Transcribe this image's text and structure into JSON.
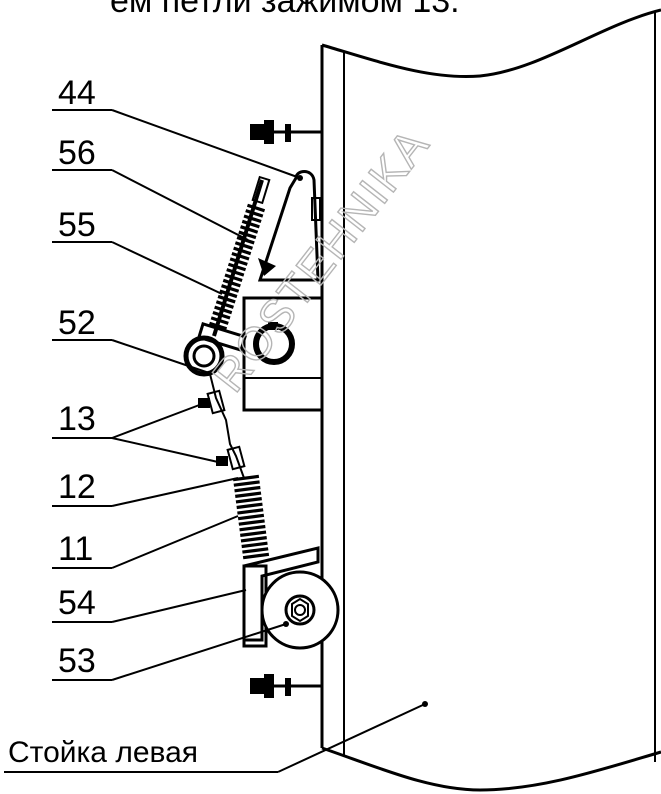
{
  "header_text": "ем петли зажимом 13.",
  "watermark": "ROSTEHNIKA",
  "callouts": [
    "44",
    "56",
    "55",
    "52",
    "13",
    "12",
    "11",
    "54",
    "53"
  ],
  "part_label": "Стойка левая"
}
